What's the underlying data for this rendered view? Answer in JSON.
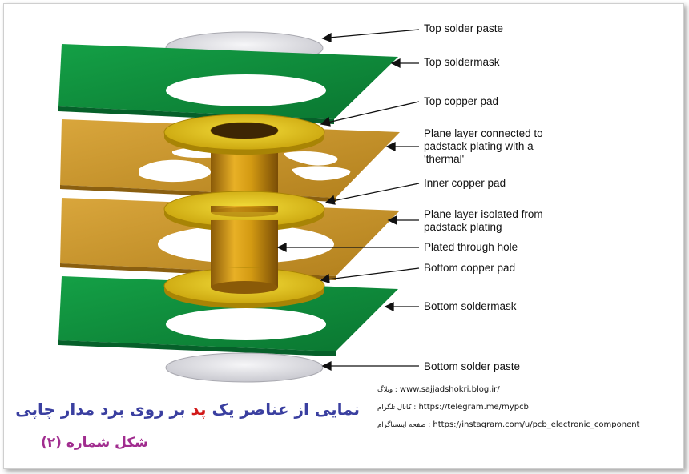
{
  "labels": {
    "top_solder_paste": "Top solder paste",
    "top_soldermask": "Top soldermask",
    "top_copper_pad": "Top copper pad",
    "plane_thermal": "Plane layer connected to padstack plating with a 'thermal'",
    "inner_copper_pad": "Inner copper pad",
    "plane_isolated": "Plane layer isolated from padstack plating",
    "plated_through_hole": "Plated through hole",
    "bottom_copper_pad": "Bottom copper pad",
    "bottom_soldermask": "Bottom soldermask",
    "bottom_solder_paste": "Bottom solder paste"
  },
  "credits": {
    "blog_label": "وبلاگ :",
    "blog_url": "www.sajjadshokri.blog.ir/",
    "telegram_label": "کانال تلگرام :",
    "telegram_url": "https://telegram.me/mypcb",
    "instagram_label": "صفحه اینستاگرام :",
    "instagram_url": "https://instagram.com/u/pcb_electronic_component"
  },
  "title": {
    "part1": "نمایی از عناصر یک ",
    "highlight": "پد",
    "part2": " بر روی برد مدار چاپی",
    "subtitle": "شکل شماره (۲)"
  },
  "colors": {
    "soldermask_green": "#0f8a3a",
    "copper_plane": "#c8962c",
    "copper_pad": "#e0c21a",
    "barrel": "#c9900e",
    "solder_paste": "#e8e8ec",
    "title_blue": "#3a3fa0",
    "title_red": "#d21a1a",
    "subtitle_purple": "#a12d8f"
  }
}
